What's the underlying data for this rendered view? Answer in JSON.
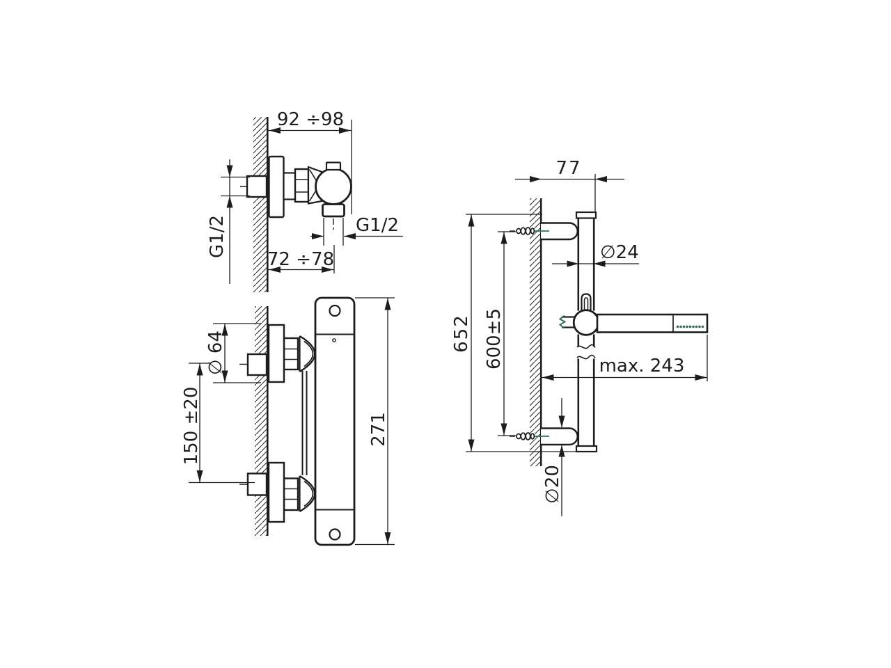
{
  "drawing": {
    "background_color": "#ffffff",
    "line_color": "#1d1d1f",
    "accent_color": "#2e6b52",
    "views": {
      "side_view": {
        "dim_wall_to_handle": "92 ÷98",
        "dim_supply_thread": "G1/2",
        "dim_wall_to_outlet": "72 ÷78",
        "dim_outlet_thread": "G1/2"
      },
      "front_view": {
        "dim_flange_diameter": "∅ 64",
        "dim_supply_spacing": "150 ±20",
        "dim_body_length": "271"
      },
      "rail_view": {
        "dim_bracket_depth": "77",
        "dim_rail_length": "652",
        "dim_fixing_distance": "600±5",
        "dim_rail_diameter": "∅24",
        "dim_handshower_reach": "max. 243",
        "dim_bracket_tube_diameter": "∅20"
      }
    }
  }
}
